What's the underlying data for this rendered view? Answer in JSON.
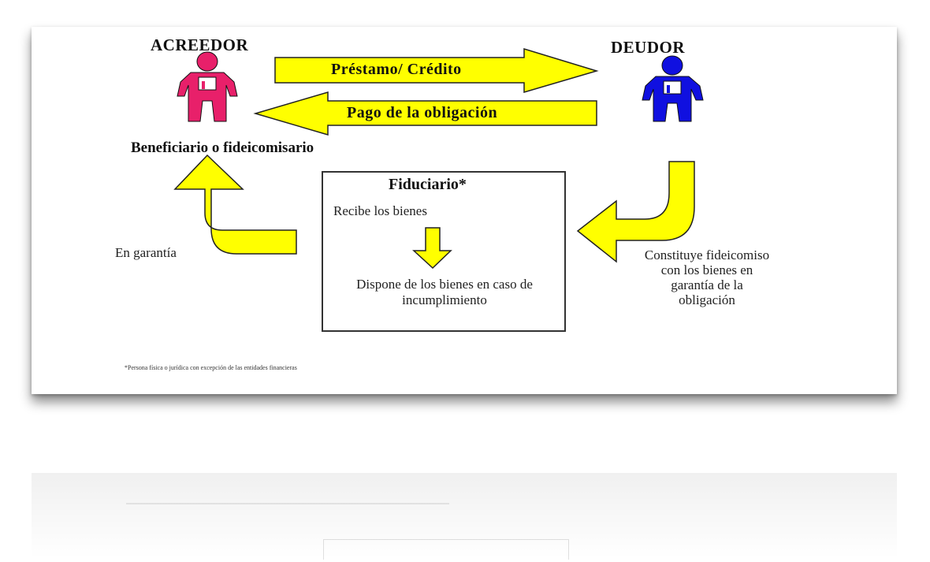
{
  "labels": {
    "creditor": "ACREEDOR",
    "debtor": "DEUDOR",
    "loan_arrow": "Préstamo/ Crédito",
    "payment_arrow": "Pago de la obligación",
    "beneficiary": "Beneficiario o fideicomisario",
    "trustee_title": "Fiduciario*",
    "receives": "Recibe los bienes",
    "disposes": "Dispone de los bienes en caso de incumplimiento",
    "guarantee": "En garantía",
    "constitutes": "Constituye fideicomiso con los bienes en garantía de la obligación",
    "footnote": "*Persona física o jurídica con excepción de las entidades financieras"
  },
  "colors": {
    "creditor_figure": "#e8206a",
    "debtor_figure": "#1010e0",
    "arrow_fill": "#ffff00",
    "arrow_stroke": "#222222"
  },
  "icons": {
    "creditor": "person-icon",
    "debtor": "person-icon"
  }
}
